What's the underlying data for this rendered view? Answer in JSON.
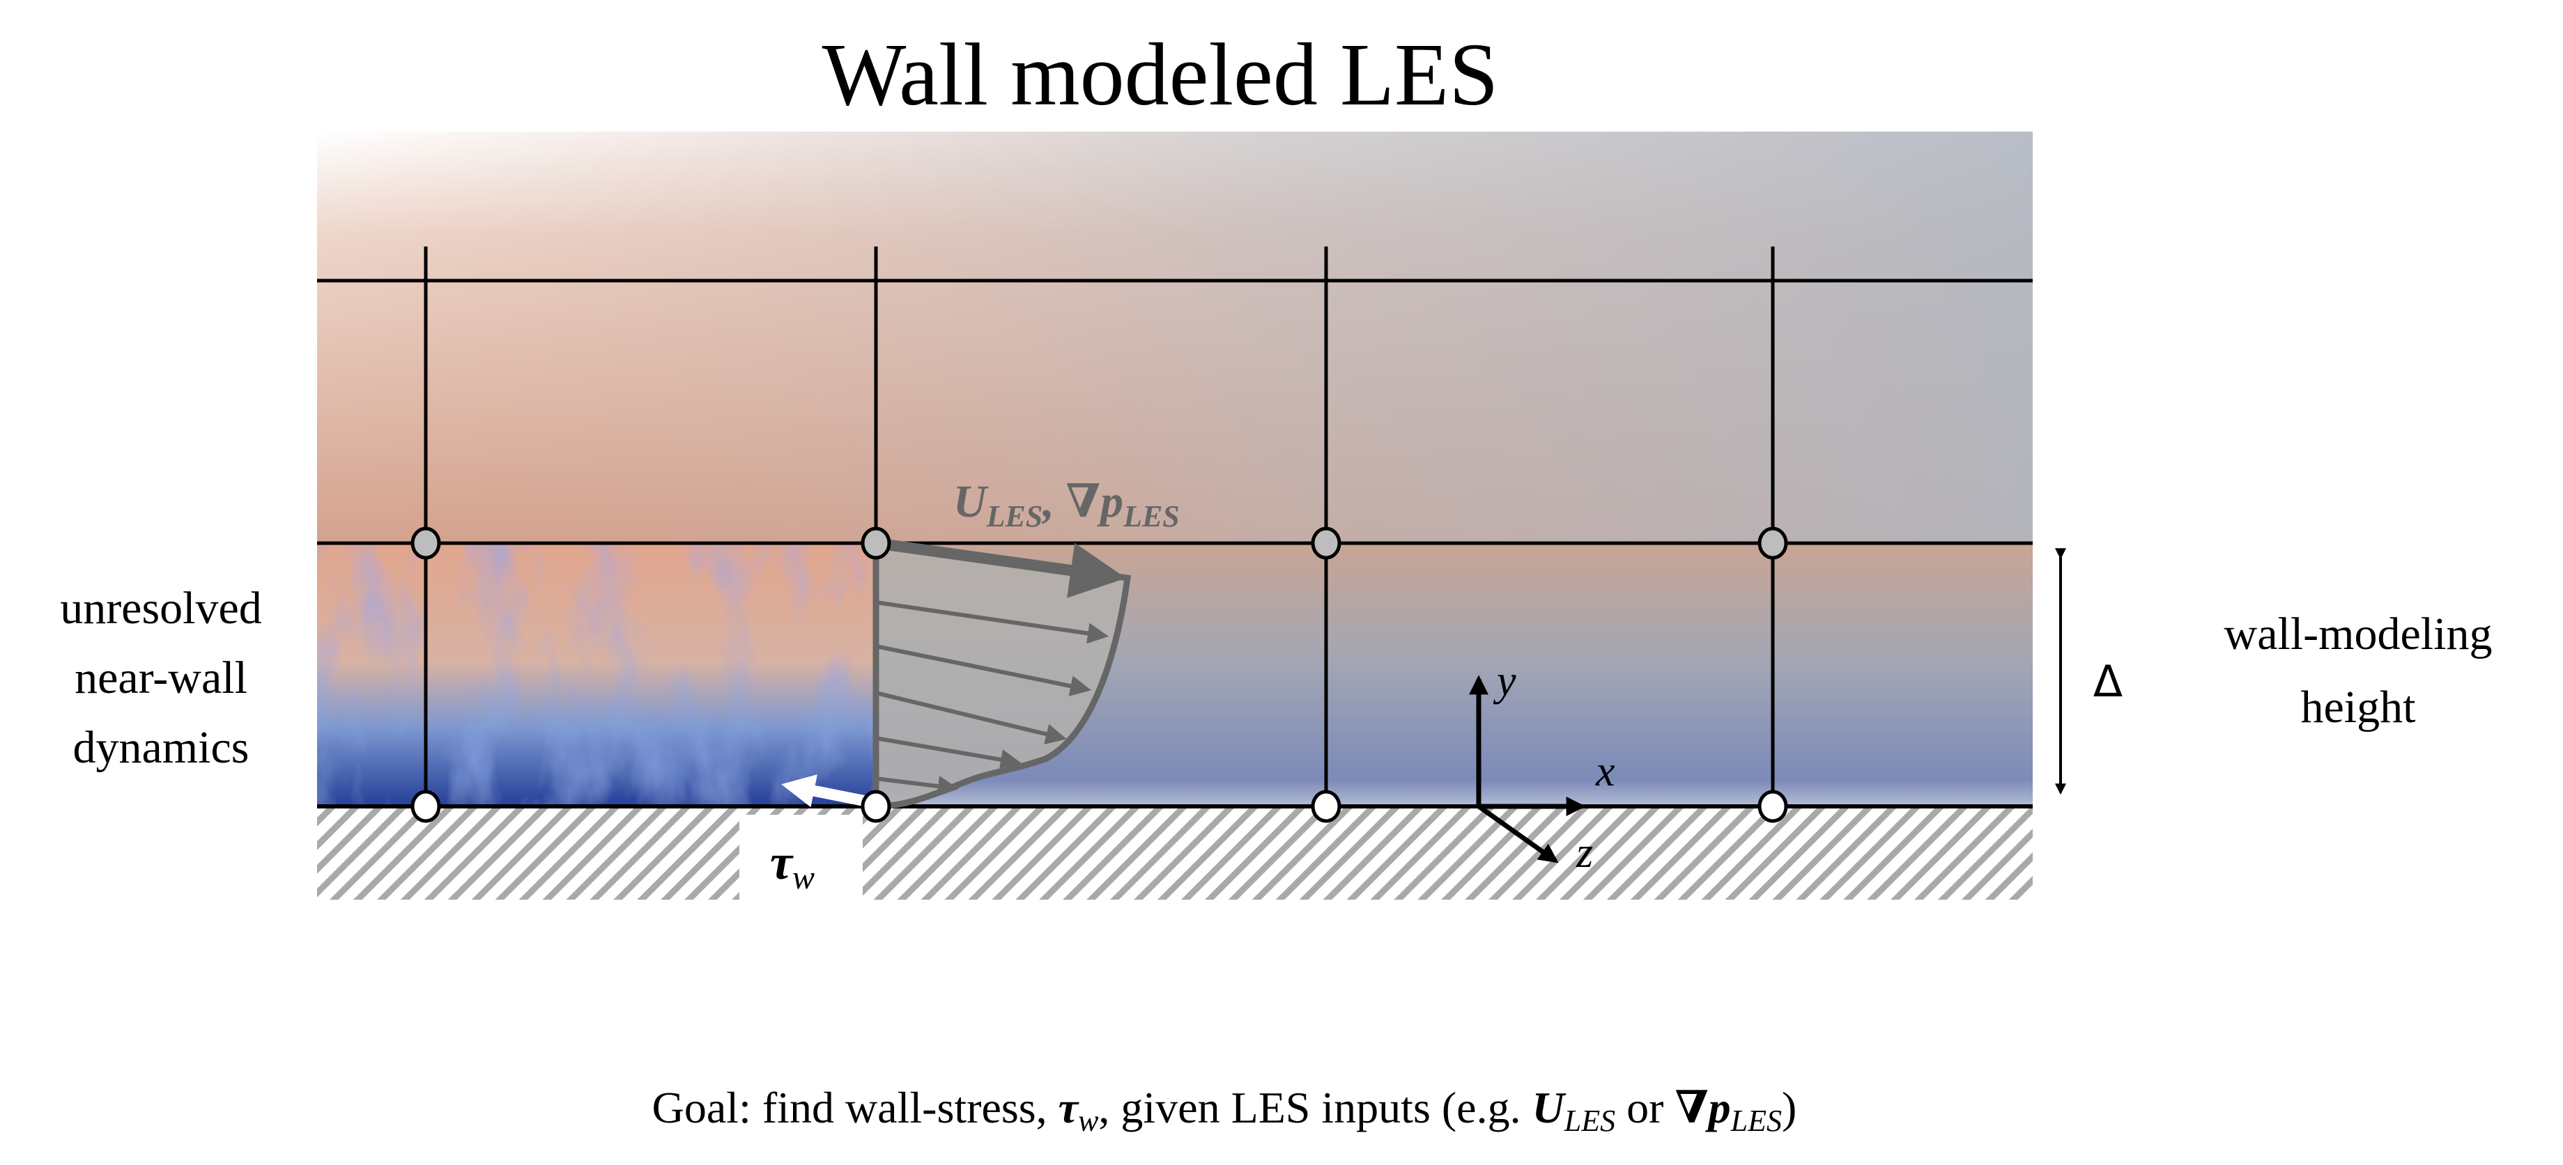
{
  "title": "Wall modeled LES",
  "left_label": [
    "unresolved",
    "near-wall",
    "dynamics"
  ],
  "right_label": [
    "wall-modeling",
    "height"
  ],
  "delta_symbol": "Δ",
  "les_inputs_label": {
    "u": "U",
    "u_sub": "LES",
    "sep": ", ",
    "grad": "∇p",
    "grad_sub": "LES"
  },
  "tau_label": {
    "main": "τ",
    "sub": "w"
  },
  "axes": {
    "x": "x",
    "y": "y",
    "z": "z"
  },
  "goal": {
    "prefix": "Goal: find wall-stress, ",
    "tau": "τ",
    "tau_sub": "w",
    "middle": ", given LES inputs (e.g. ",
    "u": "U",
    "u_sub": "LES",
    "or": " or ",
    "grad": "∇p",
    "grad_sub": "LES",
    "suffix": ")"
  },
  "colors": {
    "warm": "#d39c86",
    "cool": "#6f86bd",
    "profile_gray": "#666666"
  }
}
